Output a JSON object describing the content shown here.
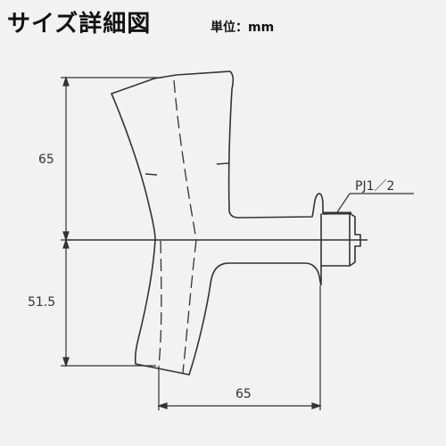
{
  "header": {
    "title": "サイズ詳細図",
    "unit_label": "単位：mm"
  },
  "dimensions": {
    "top_height": "65",
    "bottom_height": "51.5",
    "horizontal_length": "65"
  },
  "callout": {
    "thread_label": "PJ1／2"
  }
}
